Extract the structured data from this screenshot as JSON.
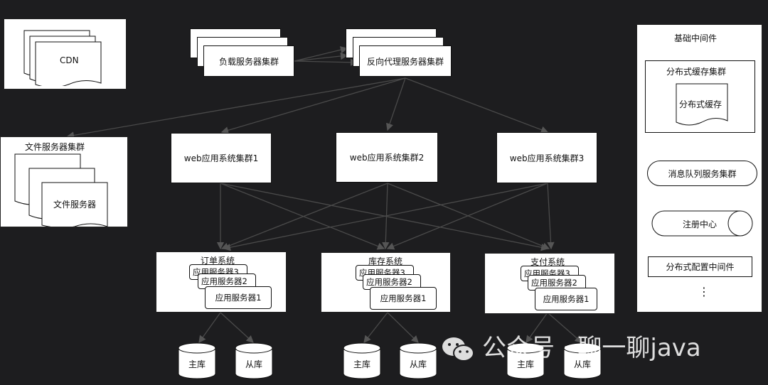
{
  "cdn": {
    "label": "CDN"
  },
  "load": {
    "label": "负载服务器集群"
  },
  "proxy": {
    "label": "反向代理服务器集群"
  },
  "file": {
    "title": "文件服务器集群",
    "server": "文件服务器"
  },
  "web": {
    "c1": "web应用系统集群1",
    "c2": "web应用系统集群2",
    "c3": "web应用系统集群3"
  },
  "systems": [
    {
      "title": "订单系统",
      "s3": "应用服务器3",
      "s2": "应用服务器2",
      "s1": "应用服务器1"
    },
    {
      "title": "库存系统",
      "s3": "应用服务器3",
      "s2": "应用服务器2",
      "s1": "应用服务器1"
    },
    {
      "title": "支付系统",
      "s3": "应用服务器3",
      "s2": "应用服务器2",
      "s1": "应用服务器1"
    }
  ],
  "db": {
    "master": "主库",
    "slave": "从库"
  },
  "middleware": {
    "title": "基础中间件",
    "cache_cluster": "分布式缓存集群",
    "cache": "分布式缓存",
    "mq": "消息队列服务集群",
    "registry": "注册中心",
    "config": "分布式配置中间件",
    "more": "⋮"
  },
  "watermark": "公众号 · 聊一聊java"
}
